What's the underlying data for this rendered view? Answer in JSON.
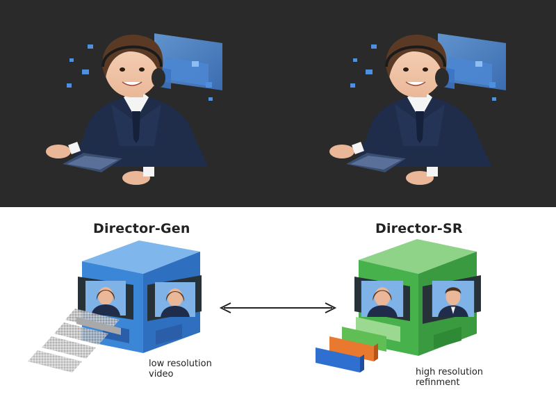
{
  "diagram": {
    "left_title": "Director-Gen",
    "right_title": "Director-SR",
    "left_caption_line1": "low resolution",
    "left_caption_line2": "video",
    "right_caption_line1": "high resolution",
    "right_caption_line2": "refinment",
    "arrow": "bidirectional"
  },
  "colors": {
    "dark_background": "#2a2a2a",
    "gen_box": "#3b86d6",
    "sr_box": "#47b14b",
    "suit": "#1f2d4b",
    "hair": "#5a3a24",
    "hologram": "#4e8fde"
  },
  "icons": [
    "user-avatar-icon",
    "hologram-screen-icon",
    "tablet-icon",
    "server-box-icon",
    "video-screen-icon",
    "double-arrow-icon"
  ]
}
